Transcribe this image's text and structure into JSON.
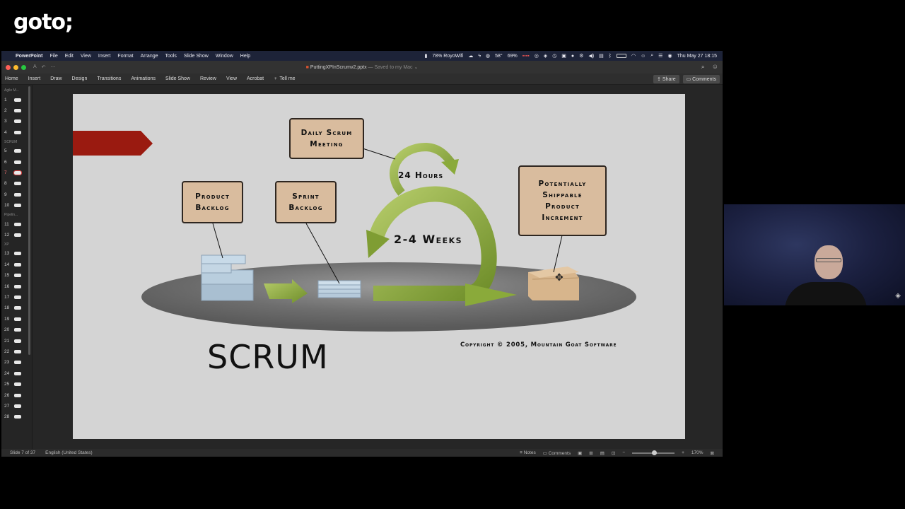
{
  "brand": "goto;",
  "menubar": {
    "app": "PowerPoint",
    "items": [
      "File",
      "Edit",
      "View",
      "Insert",
      "Format",
      "Arrange",
      "Tools",
      "Slide Show",
      "Window",
      "Help"
    ],
    "wifi": "78% RoyoWifi",
    "temp": "58°",
    "battery": "69%",
    "datetime": "Thu May 27  18:15"
  },
  "window": {
    "doc_title": "PuttingXPInScrumv2.pptx",
    "saved": " — Saved to my Mac ⌄"
  },
  "ribbon": {
    "tabs": [
      "Home",
      "Insert",
      "Draw",
      "Design",
      "Transitions",
      "Animations",
      "Slide Show",
      "Review",
      "View",
      "Acrobat"
    ],
    "tell_me": "Tell me",
    "share": "Share",
    "comments": "Comments"
  },
  "sidebar": {
    "sections": [
      "Agile M...",
      "SCRUM",
      "Pipelin...",
      "XP"
    ],
    "slides": [
      "1",
      "2",
      "3",
      "4",
      "5",
      "6",
      "7",
      "8",
      "9",
      "10",
      "11",
      "12",
      "13",
      "14",
      "15",
      "16",
      "17",
      "18",
      "19",
      "20",
      "21",
      "22",
      "23",
      "24",
      "25",
      "26",
      "27",
      "28"
    ],
    "active": 7
  },
  "slide": {
    "daily_scrum": "Daily Scrum Meeting",
    "hours": "24 Hours",
    "weeks": "2-4 Weeks",
    "product_backlog": "Product Backlog",
    "sprint_backlog": "Sprint Backlog",
    "increment": "Potentially Shippable Product Increment",
    "scrum": "SCRUM",
    "copyright": "Copyright © 2005, Mountain Goat Software"
  },
  "statusbar": {
    "slide_info": "Slide 7 of 37",
    "language": "English (United States)",
    "notes": "Notes",
    "comments": "Comments",
    "zoom": "170%"
  },
  "colors": {
    "menubar": "#1d2338",
    "slide_bg": "#d4d4d4",
    "box_fill": "#d9bc9e",
    "arrow_green": "#8aaa3a",
    "red_banner": "#9a1a10"
  }
}
